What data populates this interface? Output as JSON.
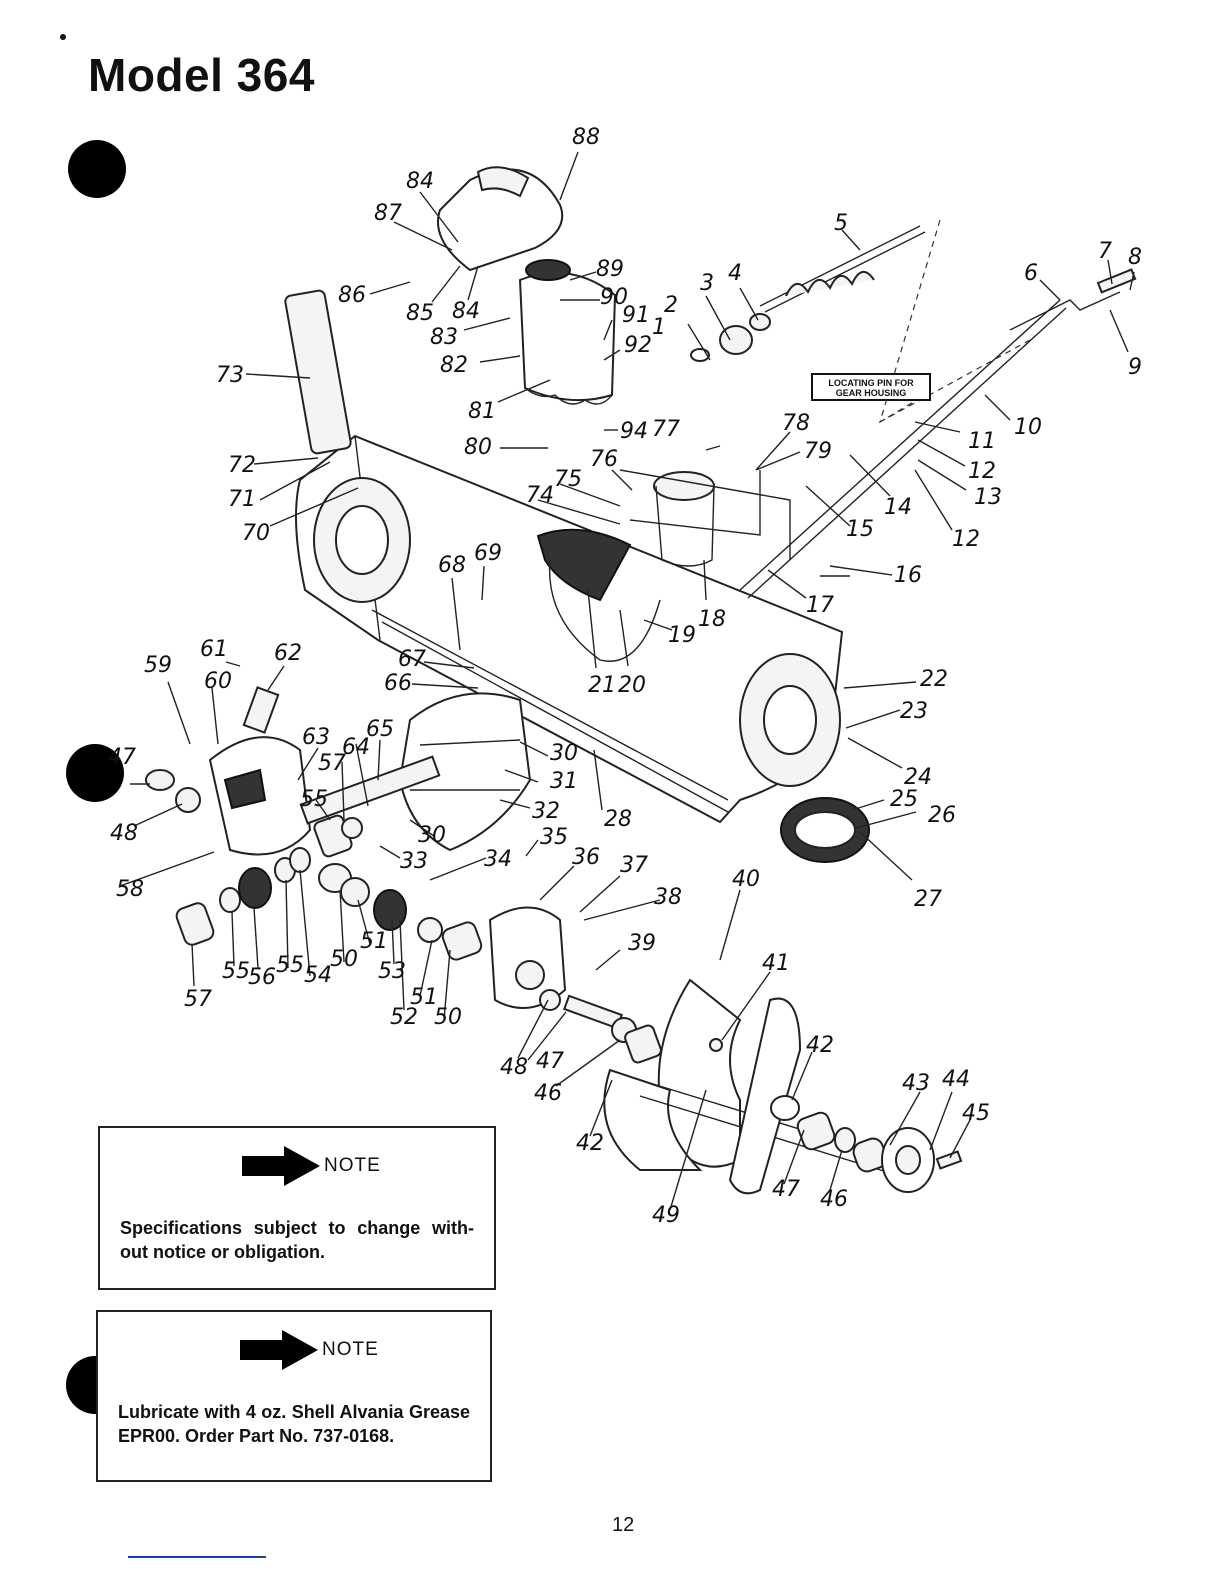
{
  "page": {
    "title": "Model 364",
    "page_number": "12"
  },
  "diagram": {
    "locating_label_line1": "LOCATING PIN FOR",
    "locating_label_line2": "GEAR HOUSING",
    "callouts": [
      "1",
      "2",
      "3",
      "4",
      "5",
      "6",
      "7",
      "8",
      "9",
      "10",
      "11",
      "12",
      "12",
      "13",
      "14",
      "15",
      "16",
      "17",
      "18",
      "19",
      "20",
      "21",
      "22",
      "23",
      "24",
      "25",
      "26",
      "27",
      "28",
      "30",
      "30",
      "31",
      "32",
      "33",
      "34",
      "35",
      "36",
      "37",
      "38",
      "39",
      "40",
      "41",
      "42",
      "42",
      "43",
      "44",
      "45",
      "46",
      "46",
      "47",
      "47",
      "47",
      "48",
      "48",
      "49",
      "50",
      "50",
      "51",
      "51",
      "52",
      "53",
      "54",
      "55",
      "55",
      "55",
      "56",
      "57",
      "57",
      "58",
      "59",
      "60",
      "61",
      "62",
      "63",
      "64",
      "65",
      "66",
      "67",
      "68",
      "69",
      "70",
      "71",
      "72",
      "73",
      "74",
      "75",
      "76",
      "77",
      "78",
      "79",
      "80",
      "81",
      "82",
      "83",
      "84",
      "84",
      "85",
      "86",
      "87",
      "88",
      "89",
      "90",
      "91",
      "92",
      "94"
    ]
  },
  "notes": [
    {
      "title": "NOTE",
      "text": "Specifications subject to change with-out notice or obligation."
    },
    {
      "title": "NOTE",
      "text": "Lubricate with 4 oz. Shell Alvania Grease EPR00. Order Part No. 737-0168."
    }
  ]
}
